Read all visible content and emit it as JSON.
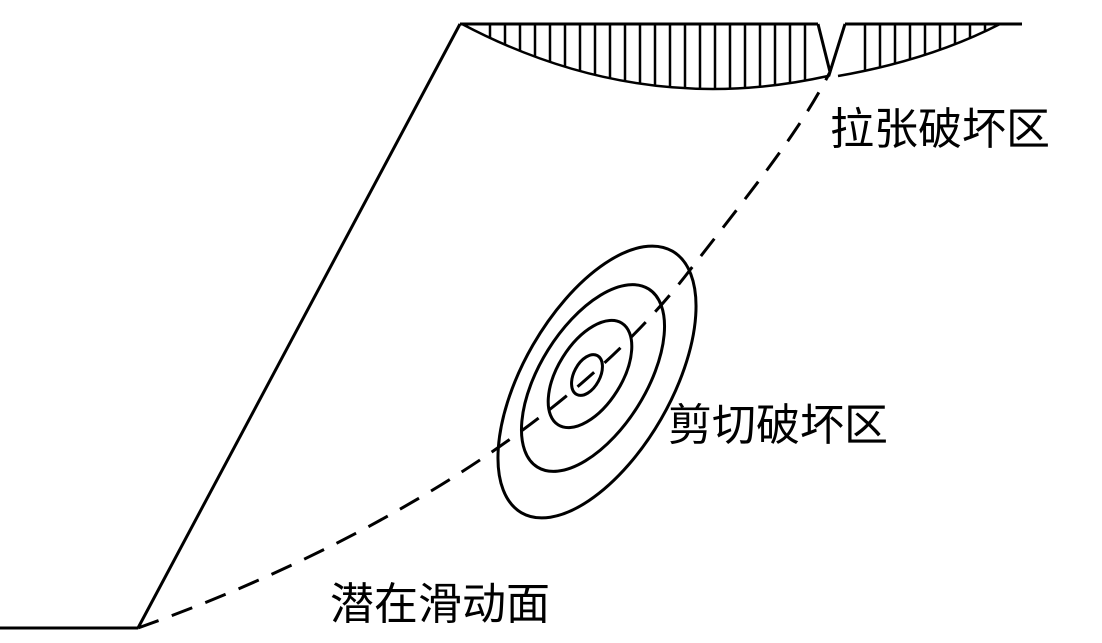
{
  "labels": {
    "tension_zone": "拉张破坏区",
    "shear_zone": "剪切破坏区",
    "slip_surface": "潜在滑动面"
  },
  "colors": {
    "stroke": "#000000",
    "background": "#ffffff"
  },
  "styles": {
    "slip_surface_line": "dashed"
  }
}
